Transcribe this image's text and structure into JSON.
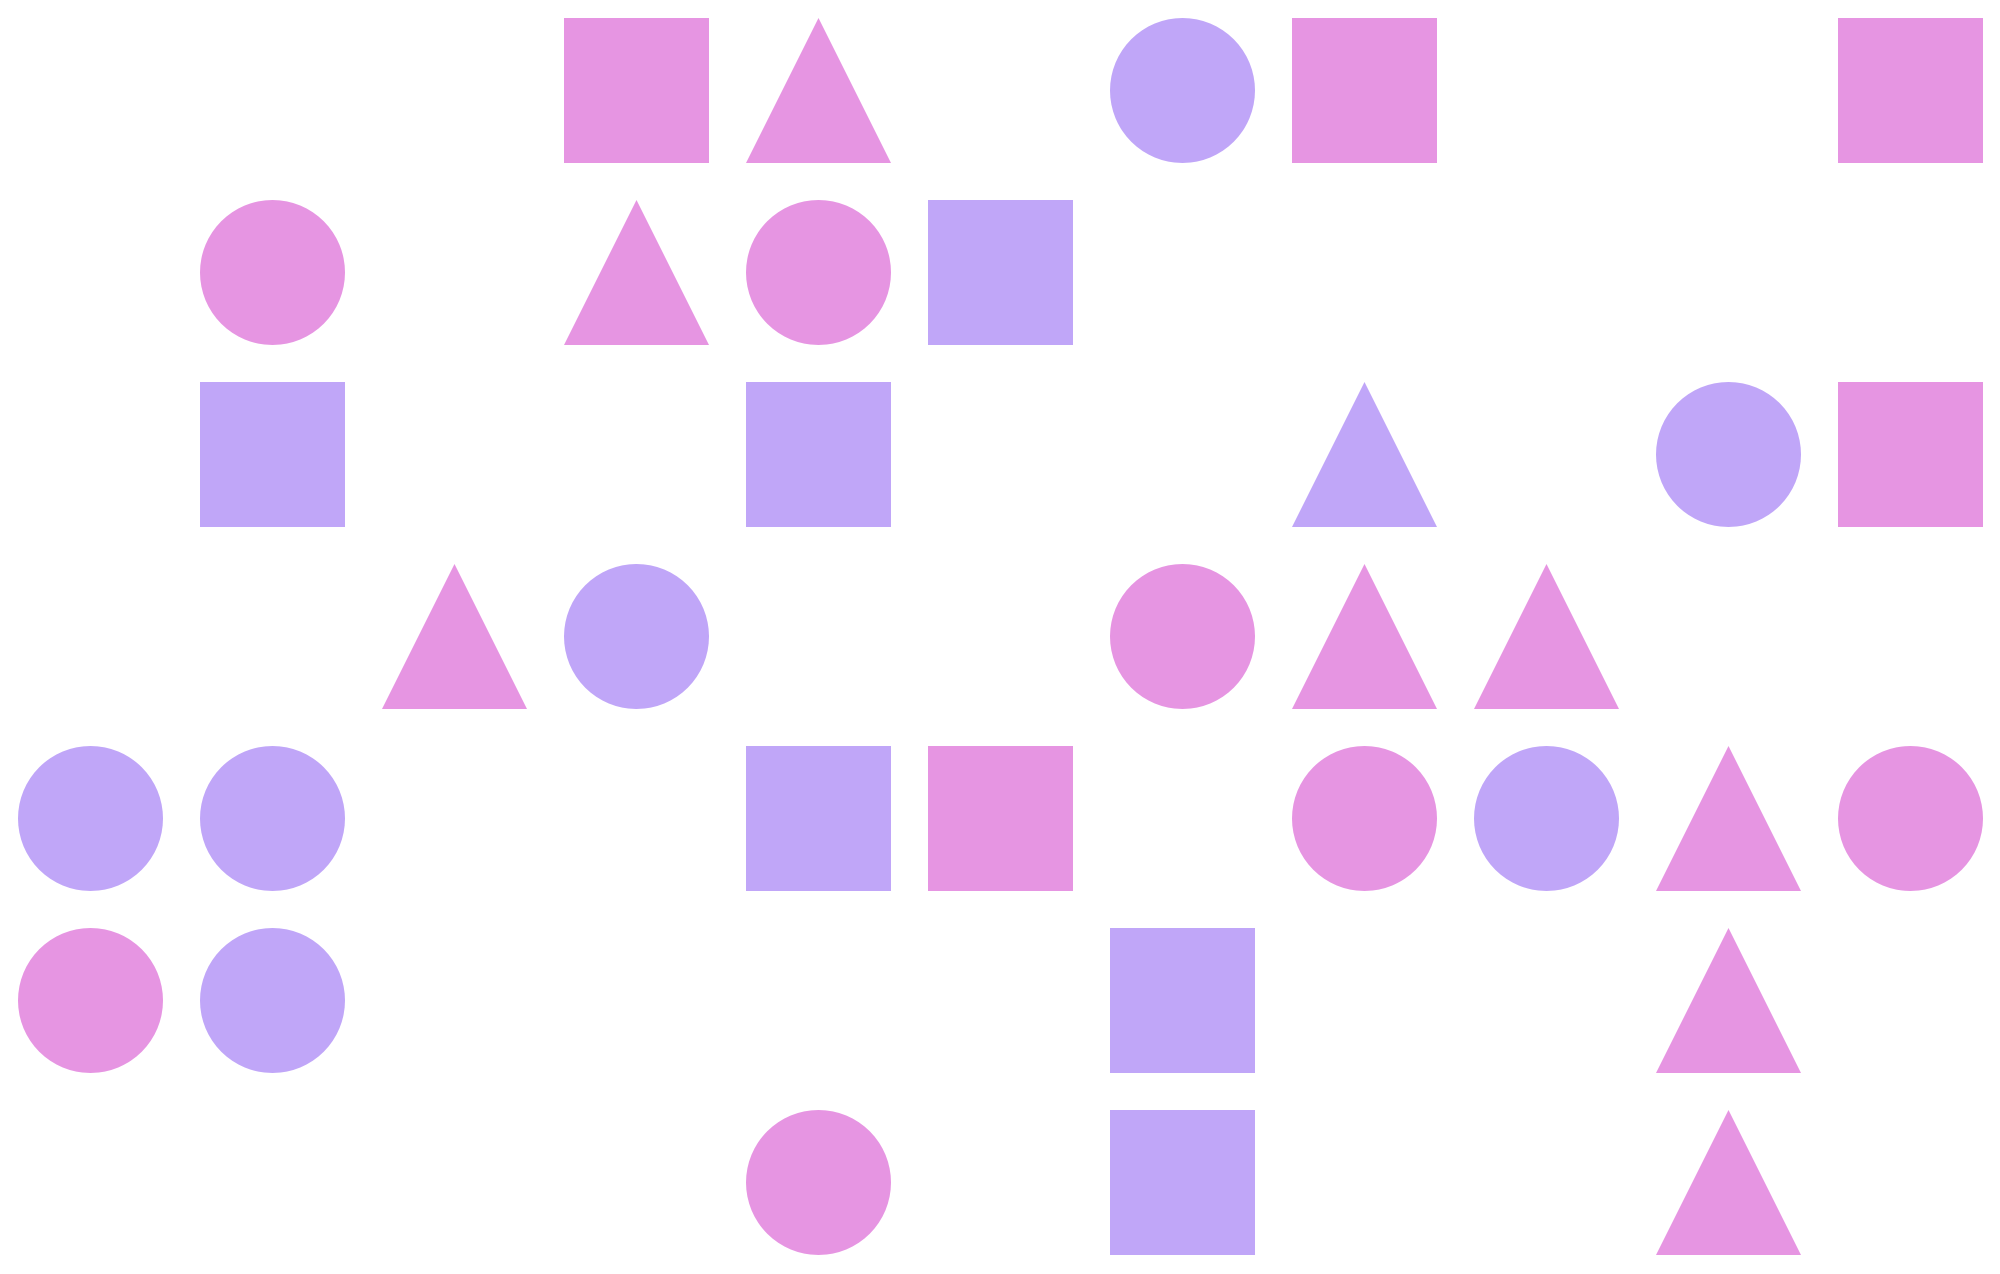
{
  "colors": {
    "pink": "#E695E2",
    "purple": "#C0A6F8",
    "background": "#FFFFFF"
  },
  "grid": {
    "rows": 7,
    "columns": 11
  },
  "shapes": [
    {
      "row": 0,
      "col": 3,
      "shape": "square",
      "color": "pink"
    },
    {
      "row": 0,
      "col": 4,
      "shape": "triangle",
      "color": "pink"
    },
    {
      "row": 0,
      "col": 6,
      "shape": "circle",
      "color": "purple"
    },
    {
      "row": 0,
      "col": 7,
      "shape": "square",
      "color": "pink"
    },
    {
      "row": 0,
      "col": 10,
      "shape": "square",
      "color": "pink"
    },
    {
      "row": 1,
      "col": 1,
      "shape": "circle",
      "color": "pink"
    },
    {
      "row": 1,
      "col": 3,
      "shape": "triangle",
      "color": "pink"
    },
    {
      "row": 1,
      "col": 4,
      "shape": "circle",
      "color": "pink"
    },
    {
      "row": 1,
      "col": 5,
      "shape": "square",
      "color": "purple"
    },
    {
      "row": 2,
      "col": 1,
      "shape": "square",
      "color": "purple"
    },
    {
      "row": 2,
      "col": 4,
      "shape": "square",
      "color": "purple"
    },
    {
      "row": 2,
      "col": 7,
      "shape": "triangle",
      "color": "purple"
    },
    {
      "row": 2,
      "col": 9,
      "shape": "circle",
      "color": "purple"
    },
    {
      "row": 2,
      "col": 10,
      "shape": "square",
      "color": "pink"
    },
    {
      "row": 3,
      "col": 2,
      "shape": "triangle",
      "color": "pink"
    },
    {
      "row": 3,
      "col": 3,
      "shape": "circle",
      "color": "purple"
    },
    {
      "row": 3,
      "col": 6,
      "shape": "circle",
      "color": "pink"
    },
    {
      "row": 3,
      "col": 7,
      "shape": "triangle",
      "color": "pink"
    },
    {
      "row": 3,
      "col": 8,
      "shape": "triangle",
      "color": "pink"
    },
    {
      "row": 4,
      "col": 0,
      "shape": "circle",
      "color": "purple"
    },
    {
      "row": 4,
      "col": 1,
      "shape": "circle",
      "color": "purple"
    },
    {
      "row": 4,
      "col": 4,
      "shape": "square",
      "color": "purple"
    },
    {
      "row": 4,
      "col": 5,
      "shape": "square",
      "color": "pink"
    },
    {
      "row": 4,
      "col": 7,
      "shape": "circle",
      "color": "pink"
    },
    {
      "row": 4,
      "col": 8,
      "shape": "circle",
      "color": "purple"
    },
    {
      "row": 4,
      "col": 9,
      "shape": "triangle",
      "color": "pink"
    },
    {
      "row": 4,
      "col": 10,
      "shape": "circle",
      "color": "pink"
    },
    {
      "row": 5,
      "col": 0,
      "shape": "circle",
      "color": "pink"
    },
    {
      "row": 5,
      "col": 1,
      "shape": "circle",
      "color": "purple"
    },
    {
      "row": 5,
      "col": 6,
      "shape": "square",
      "color": "purple"
    },
    {
      "row": 5,
      "col": 9,
      "shape": "triangle",
      "color": "pink"
    },
    {
      "row": 6,
      "col": 4,
      "shape": "circle",
      "color": "pink"
    },
    {
      "row": 6,
      "col": 6,
      "shape": "square",
      "color": "purple"
    },
    {
      "row": 6,
      "col": 9,
      "shape": "triangle",
      "color": "pink"
    }
  ]
}
